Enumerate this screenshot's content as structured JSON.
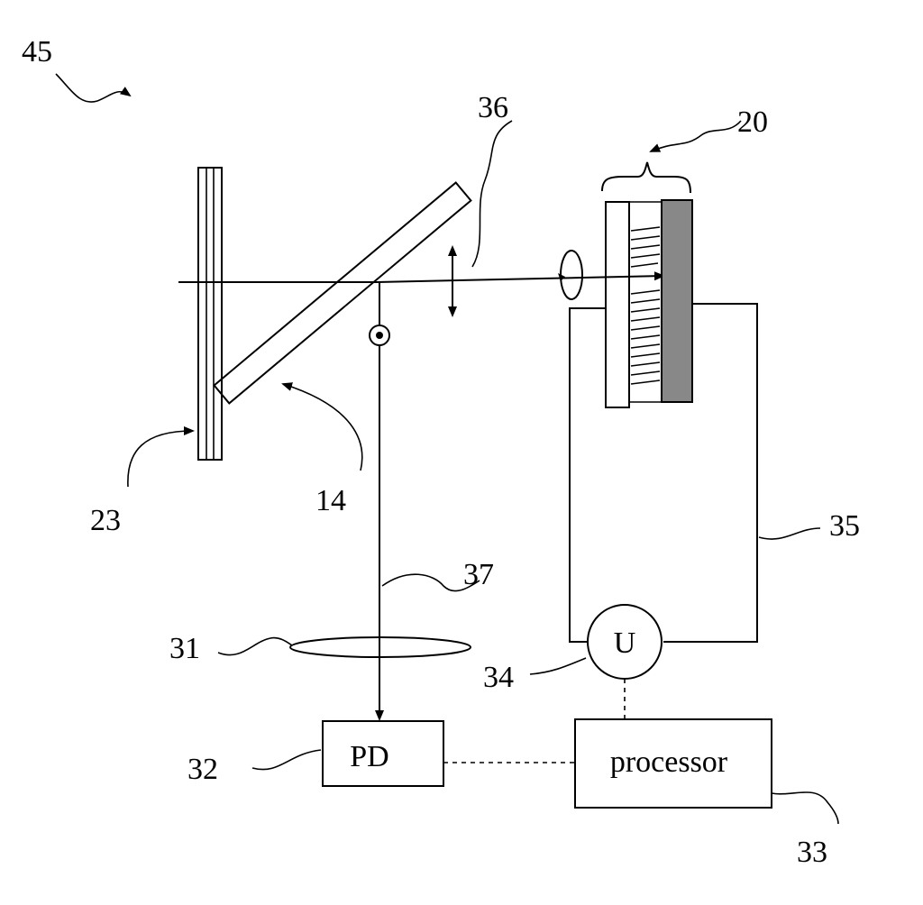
{
  "labels": {
    "system": "45",
    "device": "20",
    "beam_in": "36",
    "mirror_ref": "23",
    "splitter": "14",
    "wiring": "35",
    "beam_out": "37",
    "lens": "31",
    "source": "34",
    "detector": "32",
    "controller": "33"
  },
  "components": {
    "detector_label": "PD",
    "processor_label": "processor",
    "voltage_label": "U"
  },
  "colors": {
    "line": "#000000",
    "electrode_fill": "#888888",
    "background": "#ffffff"
  }
}
